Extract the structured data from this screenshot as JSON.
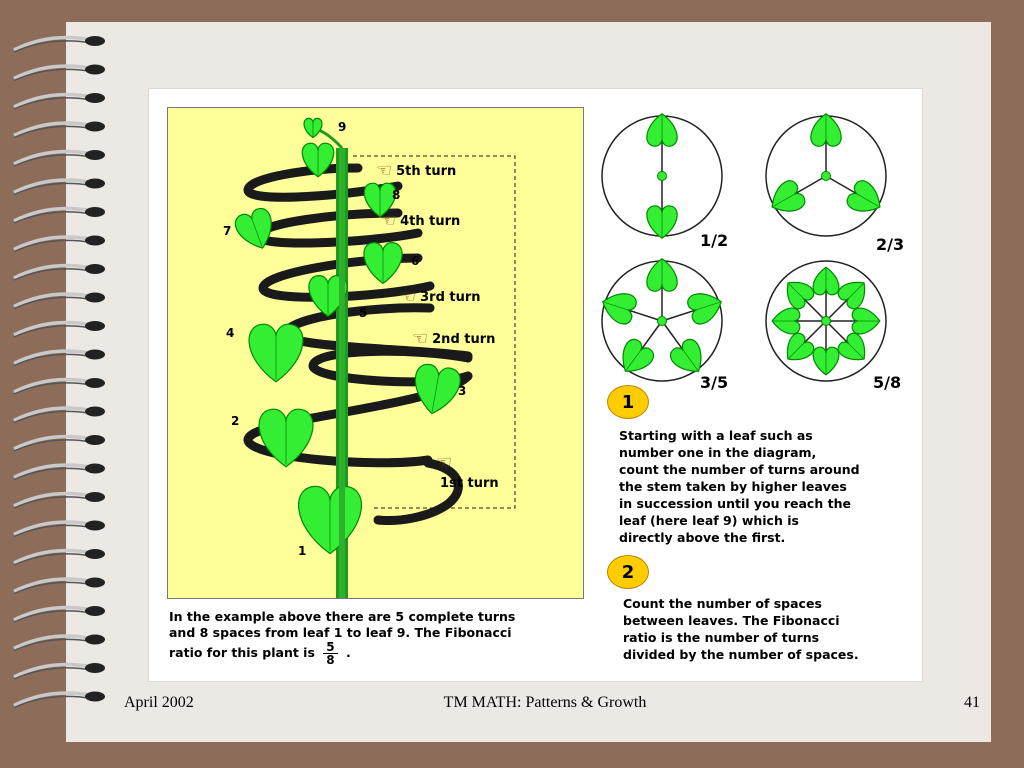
{
  "footer": {
    "date": "April 2002",
    "title": "TM MATH: Patterns & Growth",
    "page": "41"
  },
  "plant": {
    "leaf_numbers": [
      "1",
      "2",
      "3",
      "4",
      "5",
      "6",
      "7",
      "8",
      "9"
    ],
    "turns": [
      "1st turn",
      "2nd turn",
      "3rd turn",
      "4th turn",
      "5th turn"
    ],
    "caption_line1": "In the example above there are 5 complete turns",
    "caption_line2": "and 8 spaces from leaf 1 to leaf 9. The Fibonacci",
    "caption_line3": "ratio for this plant is",
    "ratio_num": "5",
    "ratio_den": "8",
    "caption_end": "."
  },
  "diagrams": [
    {
      "label": "1/2",
      "leaves": 2
    },
    {
      "label": "2/3",
      "leaves": 3
    },
    {
      "label": "3/5",
      "leaves": 5
    },
    {
      "label": "5/8",
      "leaves": 8
    }
  ],
  "steps": [
    {
      "number": "1",
      "text": [
        "Starting with a leaf such as",
        "number one in the diagram,",
        "count the number of turns around",
        "the stem taken by higher leaves",
        "in succession until you reach the",
        "leaf (here leaf 9) which is",
        "directly above the first."
      ]
    },
    {
      "number": "2",
      "text": [
        "Count the number of spaces",
        "between leaves. The Fibonacci",
        "ratio is the number of turns",
        "divided by the number of spaces."
      ]
    }
  ],
  "colors": {
    "leaf": "#33ee33",
    "leaf_stroke": "#008800",
    "stem": "#1f9a1f",
    "panel": "#ffff9a",
    "badge": "#ffcc00"
  }
}
